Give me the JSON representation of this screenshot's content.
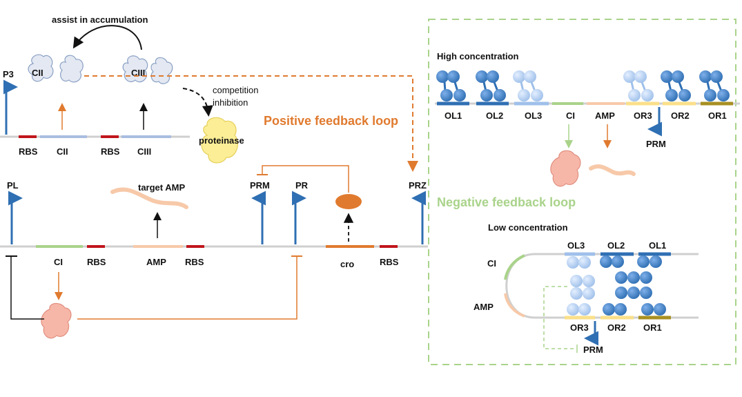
{
  "top": {
    "assist_label": "assist in accumulation",
    "p3": "P3",
    "cii_protein": "CII",
    "ciii_protein": "CIII",
    "competition_line1": "competition",
    "competition_line2": "inhibition",
    "proteinase": "proteinase",
    "rbs1": "RBS",
    "cii_gene": "CII",
    "rbs2": "RBS",
    "ciii_gene": "CIII",
    "positive_loop": "Positive feedback loop"
  },
  "main": {
    "pl": "PL",
    "target_amp": "target AMP",
    "prm": "PRM",
    "pr": "PR",
    "prz": "PRZ",
    "ci": "CI",
    "rbs_a": "RBS",
    "amp": "AMP",
    "rbs_b": "RBS",
    "cro": "cro",
    "rbs_c": "RBS"
  },
  "panel": {
    "high_title": "High concentration",
    "ol1": "OL1",
    "ol2": "OL2",
    "ol3": "OL3",
    "ci": "CI",
    "amp": "AMP",
    "or3": "OR3",
    "or2": "OR2",
    "or1": "OR1",
    "prm": "PRM",
    "negative_loop": "Negative feedback loop",
    "low_title": "Low concentration",
    "low_ol3": "OL3",
    "low_ol2": "OL2",
    "low_ol1": "OL1",
    "low_ci": "CI",
    "low_amp": "AMP",
    "low_or3": "OR3",
    "low_or2": "OR2",
    "low_or1": "OR1",
    "low_prm": "PRM"
  },
  "colors": {
    "orange": "#e07a2e",
    "green": "#a9d38a",
    "blue": "#2f6fb3",
    "red": "#c0161b",
    "gene_blue": "#a9bde0",
    "gene_green": "#a9d38a",
    "gene_peach": "#f7c9a9"
  }
}
